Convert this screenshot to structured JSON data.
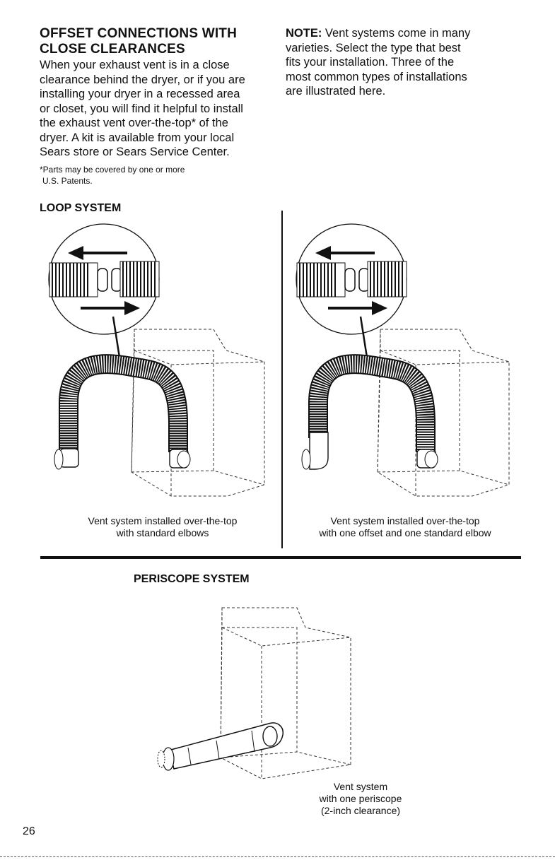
{
  "offset": {
    "heading_line1": "OFFSET CONNECTIONS WITH",
    "heading_line2": "CLOSE CLEARANCES",
    "body_lines": [
      "When your exhaust vent is in a close",
      "clearance behind the dryer, or if you are",
      "installing your dryer in a recessed area",
      "or closet, you will find it helpful to install",
      "the exhaust vent over-the-top* of the",
      "dryer. A kit is available from your local",
      "Sears store or Sears Service Center."
    ],
    "footnote_line1": "*Parts may be covered by one or more",
    "footnote_line2": "U.S. Patents."
  },
  "note": {
    "label": "NOTE:",
    "text_line1": " Vent systems come in many",
    "lines": [
      "varieties. Select the type that best",
      "fits your installation. Three of the",
      "most common types of installations",
      "are illustrated here."
    ]
  },
  "loop": {
    "heading": "LOOP SYSTEM",
    "left_caption_line1": "Vent system installed over-the-top",
    "left_caption_line2": "with standard elbows",
    "right_caption_line1": "Vent system installed over-the-top",
    "right_caption_line2": "with one offset and one standard elbow"
  },
  "periscope": {
    "heading": "PERISCOPE SYSTEM",
    "caption_line1": "Vent system",
    "caption_line2": "with one periscope",
    "caption_line3": "(2-inch clearance)"
  },
  "page_number": "26"
}
